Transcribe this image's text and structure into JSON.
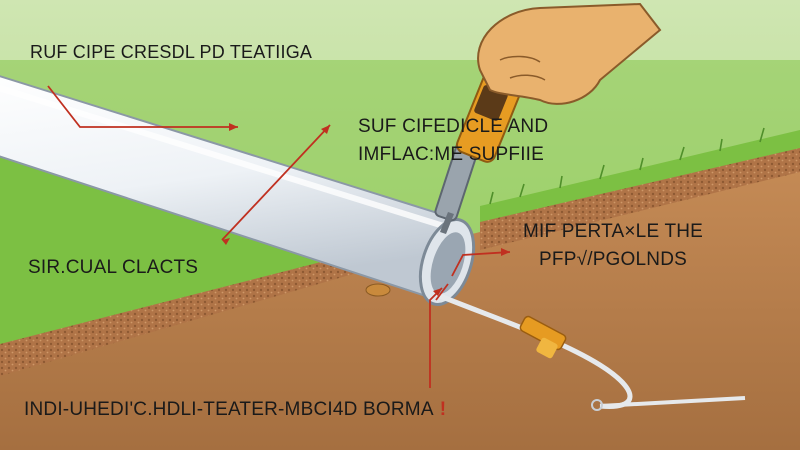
{
  "labels": {
    "top_left": "RUF CIPE CRESDL PD TEATIIGA",
    "center_line1": "SUF CIFEDICLE AND",
    "center_line2": "IMFLAC:ME SUPFIIE",
    "left_middle": "SIR.CUAL CLACTS",
    "right_line1": "MIF PERTA×LE THE",
    "right_line2": "PFP√/PGOLNDS",
    "bottom": "INDI-UHEDI'C.HDLI-TEATER-MBCI4D BORMA",
    "bottom_mark": "!"
  },
  "colors": {
    "grass": "#7cc043",
    "soil": "#b27b4b",
    "pipe": "#f3f6f9",
    "arrow": "#c03020",
    "nozzle": "#e69b22",
    "glove": "#e9b26e"
  },
  "icons": [
    "hand-icon",
    "caulk-gun-icon",
    "pipe-icon",
    "hose-icon",
    "nozzle-icon"
  ]
}
